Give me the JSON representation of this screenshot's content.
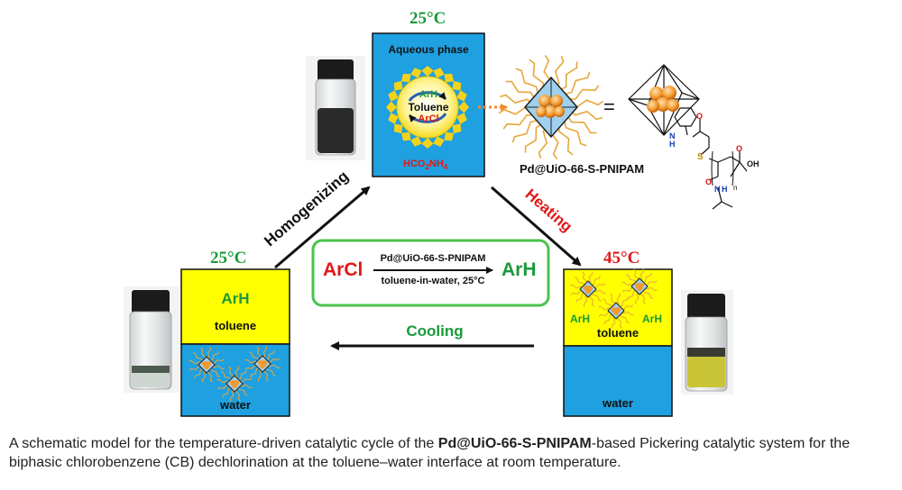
{
  "top_state": {
    "temperature": "25°C",
    "phase_label": "Aqueous phase",
    "arh": "ArH",
    "toluene": "Toluene",
    "arcl": "ArCl",
    "hco2nh4_main": "HCO",
    "hco2nh4_sub1": "2",
    "hco2nh4_mid": "NH",
    "hco2nh4_sub2": "4"
  },
  "catalyst": {
    "name": "Pd@UiO-66-S-PNIPAM",
    "equals": "=",
    "atoms": {
      "n": "N",
      "h": "H",
      "o1": "O",
      "s": "S",
      "n2": "N",
      "h2": "H",
      "o2": "O",
      "oh": "OH",
      "n_sub": "n"
    }
  },
  "left_state": {
    "temperature": "25°C",
    "arh": "ArH",
    "toluene": "toluene",
    "water": "water"
  },
  "right_state": {
    "temperature": "45°C",
    "arh_left": "ArH",
    "arh_right": "ArH",
    "toluene": "toluene",
    "water": "water"
  },
  "arrows": {
    "homogenizing": "Homogenizing",
    "heating": "Heating",
    "cooling": "Cooling"
  },
  "reaction": {
    "reactant": "ArCl",
    "product": "ArH",
    "above_arrow": "Pd@UiO-66-S-PNIPAM",
    "below_arrow": "toluene-in-water, 25°C"
  },
  "caption": {
    "part1": "A schematic model for the temperature-driven catalytic cycle of the ",
    "bold": "Pd@UiO-66-S-PNIPAM",
    "part2": "-based Pickering catalytic system for the biphasic chlorobenzene (CB) dechlorination at the toluene–water interface at room temperature."
  },
  "colors": {
    "aqueous_blue": "#1fa0e0",
    "toluene_yellow": "#ffff00",
    "green_text": "#1a9a3a",
    "red_text": "#e01818",
    "orange_dash": "#f08a30",
    "reaction_border": "#4cc24c"
  }
}
